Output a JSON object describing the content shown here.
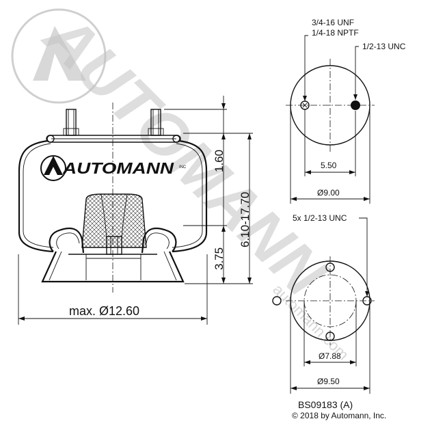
{
  "brand": {
    "logo_text": "AUTOMANN",
    "logo_suffix": "INC",
    "watermark_text": "AUTOMANN",
    "watermark_url": "automann.com"
  },
  "side_view": {
    "dim_top": "1.60",
    "dim_overall": "6.10-17.70",
    "dim_piston": "3.75",
    "dim_diameter": "max. Ø12.60"
  },
  "top_view": {
    "fitting_1": "3/4-16 UNF",
    "fitting_2": "1/4-18 NPTF",
    "stud": "1/2-13 UNC",
    "dim_spacing": "5.50",
    "dim_diameter": "Ø9.00"
  },
  "bottom_view": {
    "holes": "5x 1/2-13 UNC",
    "dim_bolt_circle": "Ø7.88",
    "dim_diameter": "Ø9.50"
  },
  "part_number": "BS09183 (A)",
  "copyright": "© 2018 by Automann, Inc."
}
